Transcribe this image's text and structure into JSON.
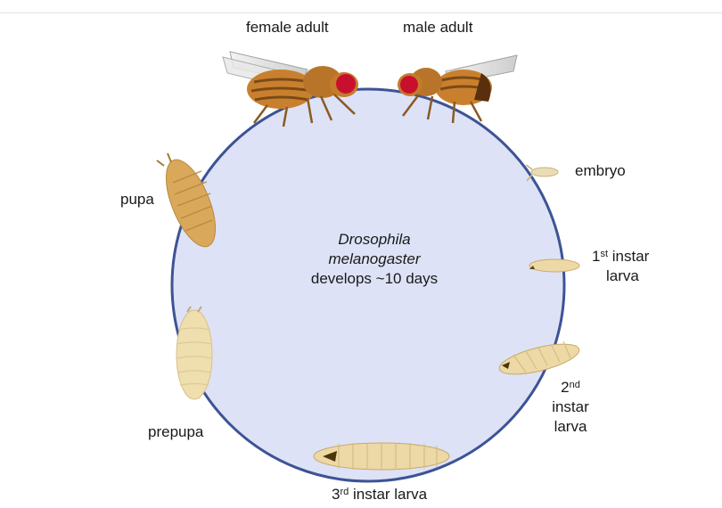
{
  "diagram": {
    "center": {
      "line1": "Drosophila",
      "line2": "melanogaster",
      "line3": "develops ~10 days"
    },
    "stages": {
      "female_adult": "female adult",
      "male_adult": "male adult",
      "embryo": "embryo",
      "first_instar": {
        "num": "1",
        "sup": "st",
        "word": "instar",
        "line2": "larva"
      },
      "second_instar": {
        "num": "2",
        "sup": "nd",
        "line2": "instar",
        "line3": "larva"
      },
      "third_instar": {
        "num": "3",
        "sup": "rd",
        "rest": "instar larva"
      },
      "prepupa": "prepupa",
      "pupa": "pupa"
    },
    "colors": {
      "circle_fill": "#dde2f6",
      "circle_stroke": "#3d5396",
      "fly_body": "#c9802e",
      "fly_eye": "#c8102e",
      "larva": "#ecd9a6",
      "pupa": "#d9a85a"
    }
  }
}
